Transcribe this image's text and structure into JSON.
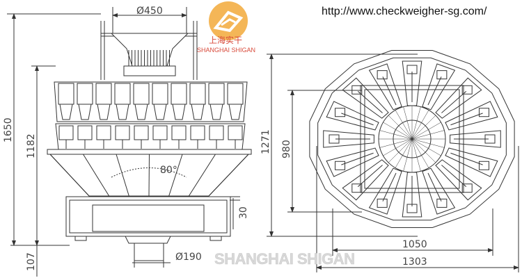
{
  "website_url": "http://www.checkweigher-sg.com/",
  "logo": {
    "chinese_name": "上海实干",
    "english_name": "SHANGHAI SHIGAN",
    "accent_color": "#f0a030",
    "text_color": "#d84a3a"
  },
  "watermark": "SHANGHAI SHIGAN",
  "side_view": {
    "dim_hopper_diameter": "Ø450",
    "dim_total_height": "1650",
    "dim_body_height": "1182",
    "dim_foot_height": "107",
    "dim_base_offset": "30",
    "dim_outlet_diameter": "Ø190",
    "dim_cone_angle": "80°"
  },
  "top_view": {
    "dim_height_outer": "1271",
    "dim_height_inner": "980",
    "dim_width_inner": "1050",
    "dim_width_outer": "1303",
    "head_count": 16
  }
}
